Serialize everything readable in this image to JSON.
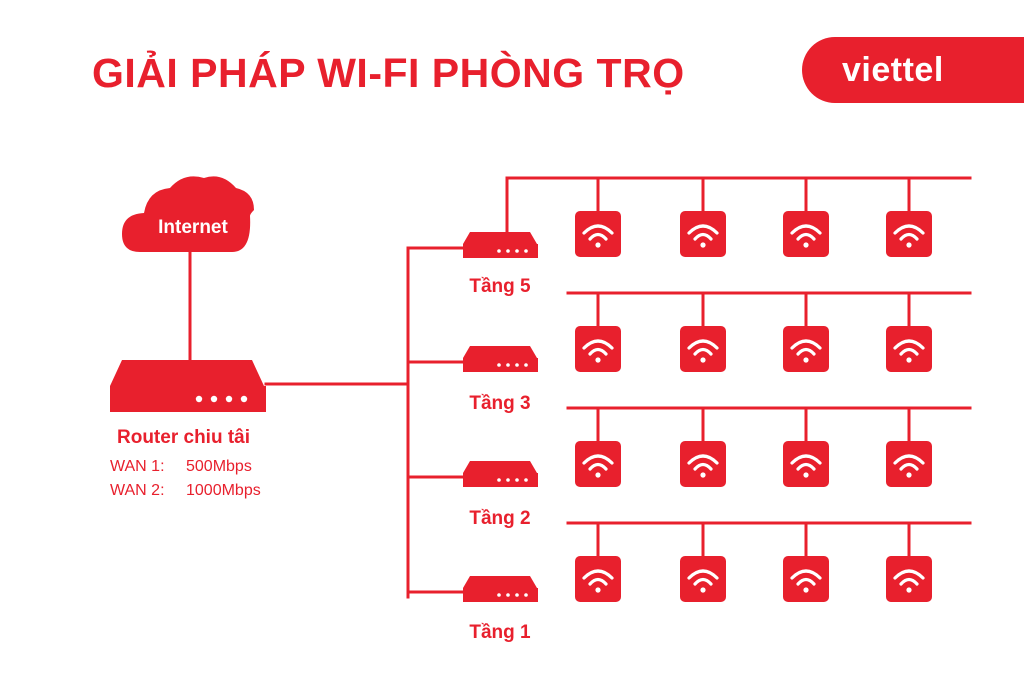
{
  "title": "GIẢI PHÁP WI-FI PHÒNG TRỌ",
  "brand": {
    "name": "viettel",
    "color": "#e8202d"
  },
  "internet_label": "Internet",
  "main_router": {
    "label": "Router chiu tâi",
    "wan": [
      {
        "label": "WAN 1:",
        "value": "500Mbps"
      },
      {
        "label": "WAN 2:",
        "value": "1000Mbps"
      }
    ]
  },
  "floors": [
    {
      "label": "Tầng 5",
      "access_points": 4
    },
    {
      "label": "Tầng 3",
      "access_points": 4
    },
    {
      "label": "Tầng 2",
      "access_points": 4
    },
    {
      "label": "Tầng 1",
      "access_points": 4
    }
  ],
  "icons": {
    "cloud": "cloud-icon",
    "router": "router-icon",
    "access_point": "wifi-icon"
  }
}
